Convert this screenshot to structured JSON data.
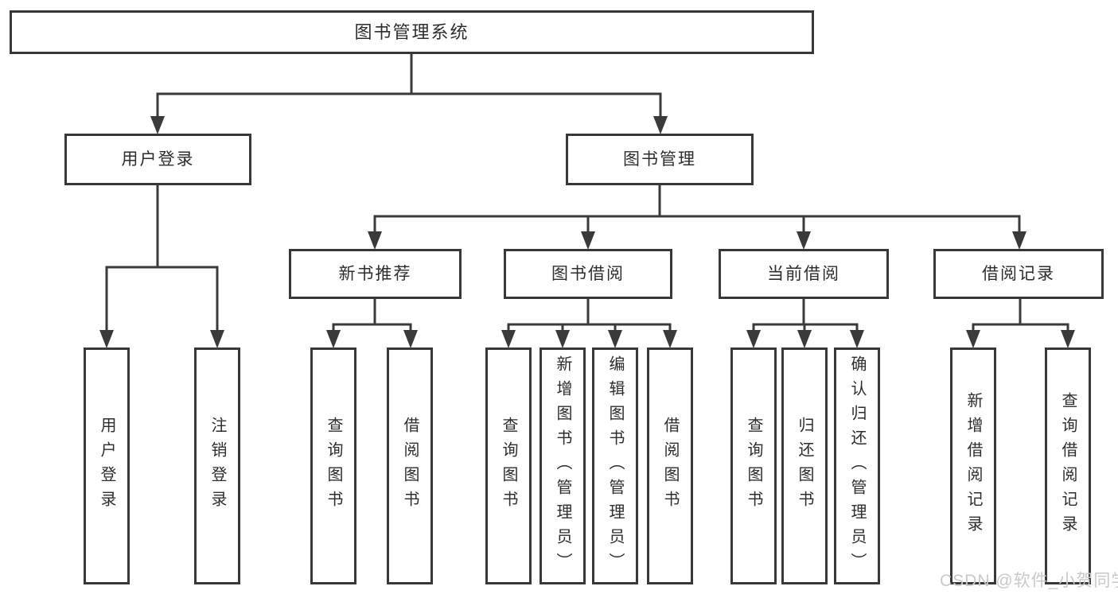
{
  "diagram": {
    "root": {
      "label": "图书管理系统"
    },
    "branches": [
      {
        "label": "用户登录",
        "children": [
          {
            "label": "用户登录"
          },
          {
            "label": "注销登录"
          }
        ]
      },
      {
        "label": "图书管理",
        "children": [
          {
            "label": "新书推荐",
            "children": [
              {
                "label": "查询图书"
              },
              {
                "label": "借阅图书"
              }
            ]
          },
          {
            "label": "图书借阅",
            "children": [
              {
                "label": "查询图书"
              },
              {
                "label": "新增图书（管理员）"
              },
              {
                "label": "编辑图书（管理员）"
              },
              {
                "label": "借阅图书"
              }
            ]
          },
          {
            "label": "当前借阅",
            "children": [
              {
                "label": "查询图书"
              },
              {
                "label": "归还图书"
              },
              {
                "label": "确认归还（管理员）"
              }
            ]
          },
          {
            "label": "借阅记录",
            "children": [
              {
                "label": "新增借阅记录"
              },
              {
                "label": "查询借阅记录"
              }
            ]
          }
        ]
      }
    ]
  },
  "watermark": {
    "text": "CSDN @软件_小贺同学"
  },
  "colors": {
    "line": "#3a3a3a",
    "border": "#383838",
    "text": "#2d2d2d",
    "background": "#ffffff",
    "watermark": "#c9c9c9"
  }
}
